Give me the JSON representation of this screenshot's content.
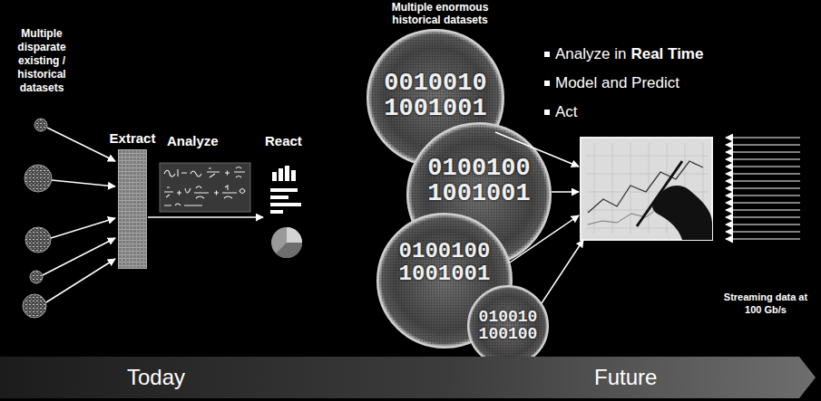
{
  "diagram": {
    "nodes": [
      {
        "text": [
          "Extract"
        ]
      },
      {
        "text": [
          "0010010 1001001"
        ]
      },
      {
        "text": [
          "0100100 1001001"
        ]
      },
      {
        "text": [
          "0100100 1001001"
        ]
      },
      {
        "text": [
          "010010 100100"
        ]
      },
      {
        "text": [
          "Today",
          "Future"
        ]
      }
    ],
    "labels": [
      "Multiple disparate existing / historical datasets",
      "Analyze",
      "React",
      "Multiple enormous historical datasets",
      "Analyze in",
      "Real Time",
      "Model and Predict",
      "Act",
      "Streaming data at 100 Gb/s"
    ]
  }
}
